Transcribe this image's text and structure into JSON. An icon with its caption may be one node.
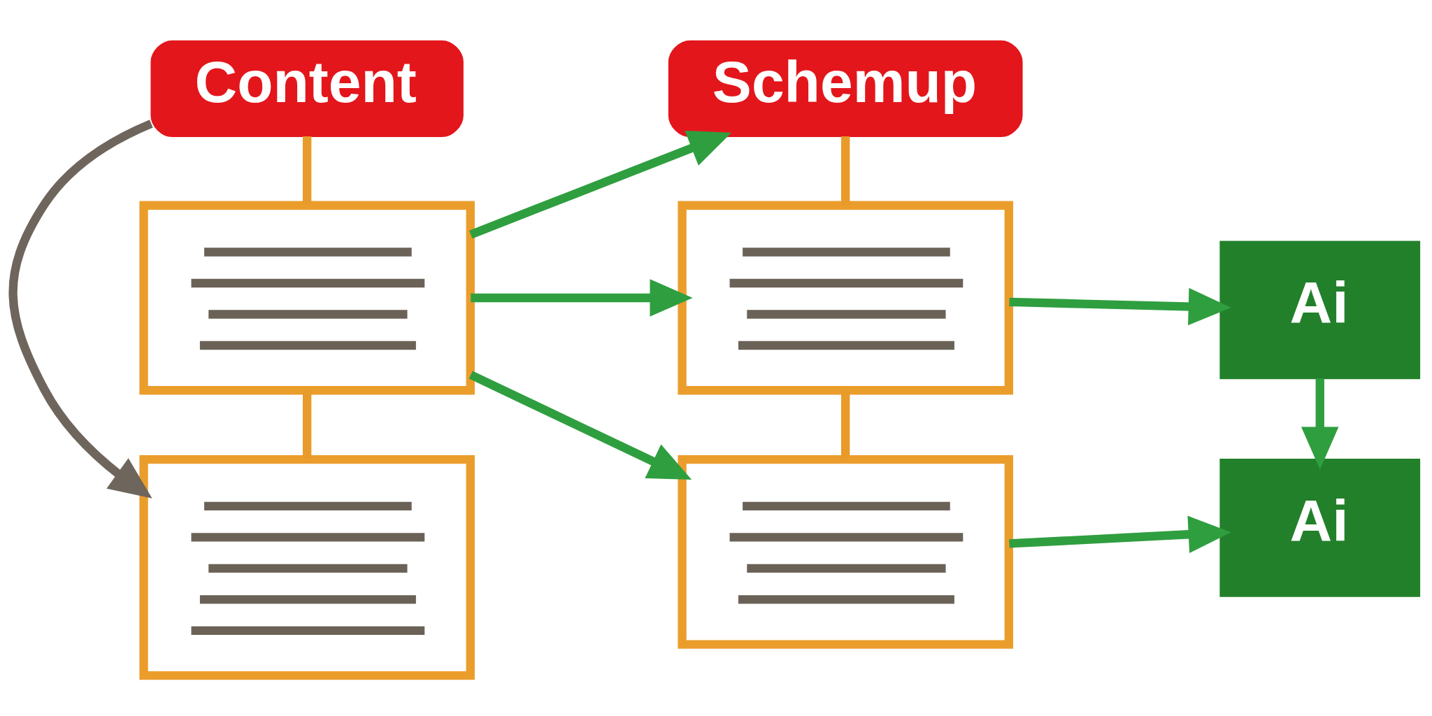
{
  "diagram": {
    "nodes": [
      {
        "text": [
          "Content"
        ]
      },
      {
        "text": [],
        "shape": "document"
      },
      {
        "text": [],
        "shape": "document"
      },
      {
        "text": [
          "Schemup"
        ]
      },
      {
        "text": [],
        "shape": "document"
      },
      {
        "text": [],
        "shape": "document"
      },
      {
        "text": [
          "Ai"
        ]
      },
      {
        "text": [
          "Ai"
        ]
      }
    ],
    "edges": [
      {
        "from": 0,
        "to": 1,
        "arrow": "none",
        "color": "#e89a2a"
      },
      {
        "from": 1,
        "to": 2,
        "arrow": "none",
        "color": "#e89a2a"
      },
      {
        "from": 0,
        "to": 2,
        "arrow": "to",
        "color": "#6e655c"
      },
      {
        "from": 1,
        "to": 3,
        "arrow": "to"
      },
      {
        "from": 1,
        "to": 4,
        "arrow": "to"
      },
      {
        "from": 1,
        "to": 5,
        "arrow": "to"
      },
      {
        "from": 3,
        "to": 4,
        "arrow": "none",
        "color": "#e89a2a"
      },
      {
        "from": 4,
        "to": 5,
        "arrow": "none",
        "color": "#e89a2a"
      },
      {
        "from": 4,
        "to": 6,
        "arrow": "to"
      },
      {
        "from": 5,
        "to": 7,
        "arrow": "to"
      },
      {
        "from": 6,
        "to": 7,
        "arrow": "to"
      }
    ]
  }
}
